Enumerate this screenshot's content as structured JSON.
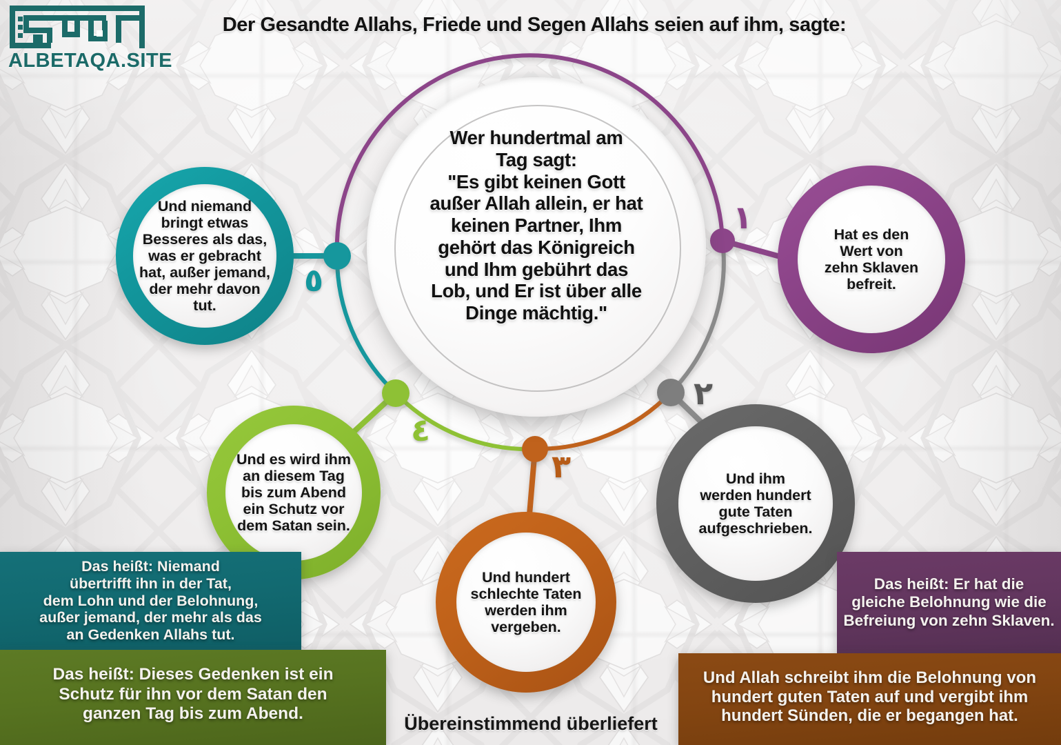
{
  "brand": {
    "logo_text": "ALBETAQA.SITE",
    "logo_mark_alt": "albetaqa-kufic-logo",
    "logo_color": "#1b6a68"
  },
  "header": {
    "title": "Der Gesandte Allahs, Friede und Segen Allahs seien auf ihm, sagte:"
  },
  "center": {
    "text": "Wer hundertmal am\nTag sagt:\n\"Es gibt keinen Gott\naußer Allah allein, er hat\nkeinen Partner, Ihm\ngehört das Königreich\nund Ihm gebührt das\nLob, und Er ist über alle\nDinge mächtig.\""
  },
  "nodes": [
    {
      "id": "purple",
      "numeral": "١",
      "number": 1,
      "color": "#8c4489",
      "text": "Hat es den\nWert von\nzehn Sklaven\nbefreit."
    },
    {
      "id": "gray",
      "numeral": "٢",
      "number": 2,
      "color": "#616161",
      "text": "Und ihm\nwerden hundert\ngute Taten\naufgeschrieben."
    },
    {
      "id": "orange",
      "numeral": "٣",
      "number": 3,
      "color": "#c0621a",
      "text": "Und hundert\nschlechte Taten\nwerden ihm\nvergeben."
    },
    {
      "id": "green",
      "numeral": "٤",
      "number": 4,
      "color": "#8ec134",
      "text": "Und es wird ihm\nan diesem Tag\nbis zum Abend\nein Schutz vor\ndem Satan sein."
    },
    {
      "id": "teal",
      "numeral": "٥",
      "number": 5,
      "color": "#13979d",
      "text": "Und niemand\nbringt etwas\nBesseres als das,\nwas er gebracht\nhat, außer jemand,\nder mehr davon\ntut."
    }
  ],
  "banners": {
    "teal": "Das heißt: Niemand\nübertrifft ihn in der Tat,\ndem Lohn und der Belohnung,\naußer jemand, der mehr als das\nan Gedenken Allahs tut.",
    "green": "Das heißt: Dieses Gedenken ist ein\nSchutz für ihn vor dem Satan den\nganzen Tag bis zum Abend.",
    "purple": "Das heißt: Er hat die\ngleiche Belohnung wie die\nBefreiung von zehn Sklaven.",
    "brown": "Und Allah schreibt ihm die Belohnung von\nhundert guten Taten auf und vergibt ihm\nhundert Sünden, die er begangen hat."
  },
  "footnote": {
    "text": "Übereinstimmend überliefert"
  }
}
